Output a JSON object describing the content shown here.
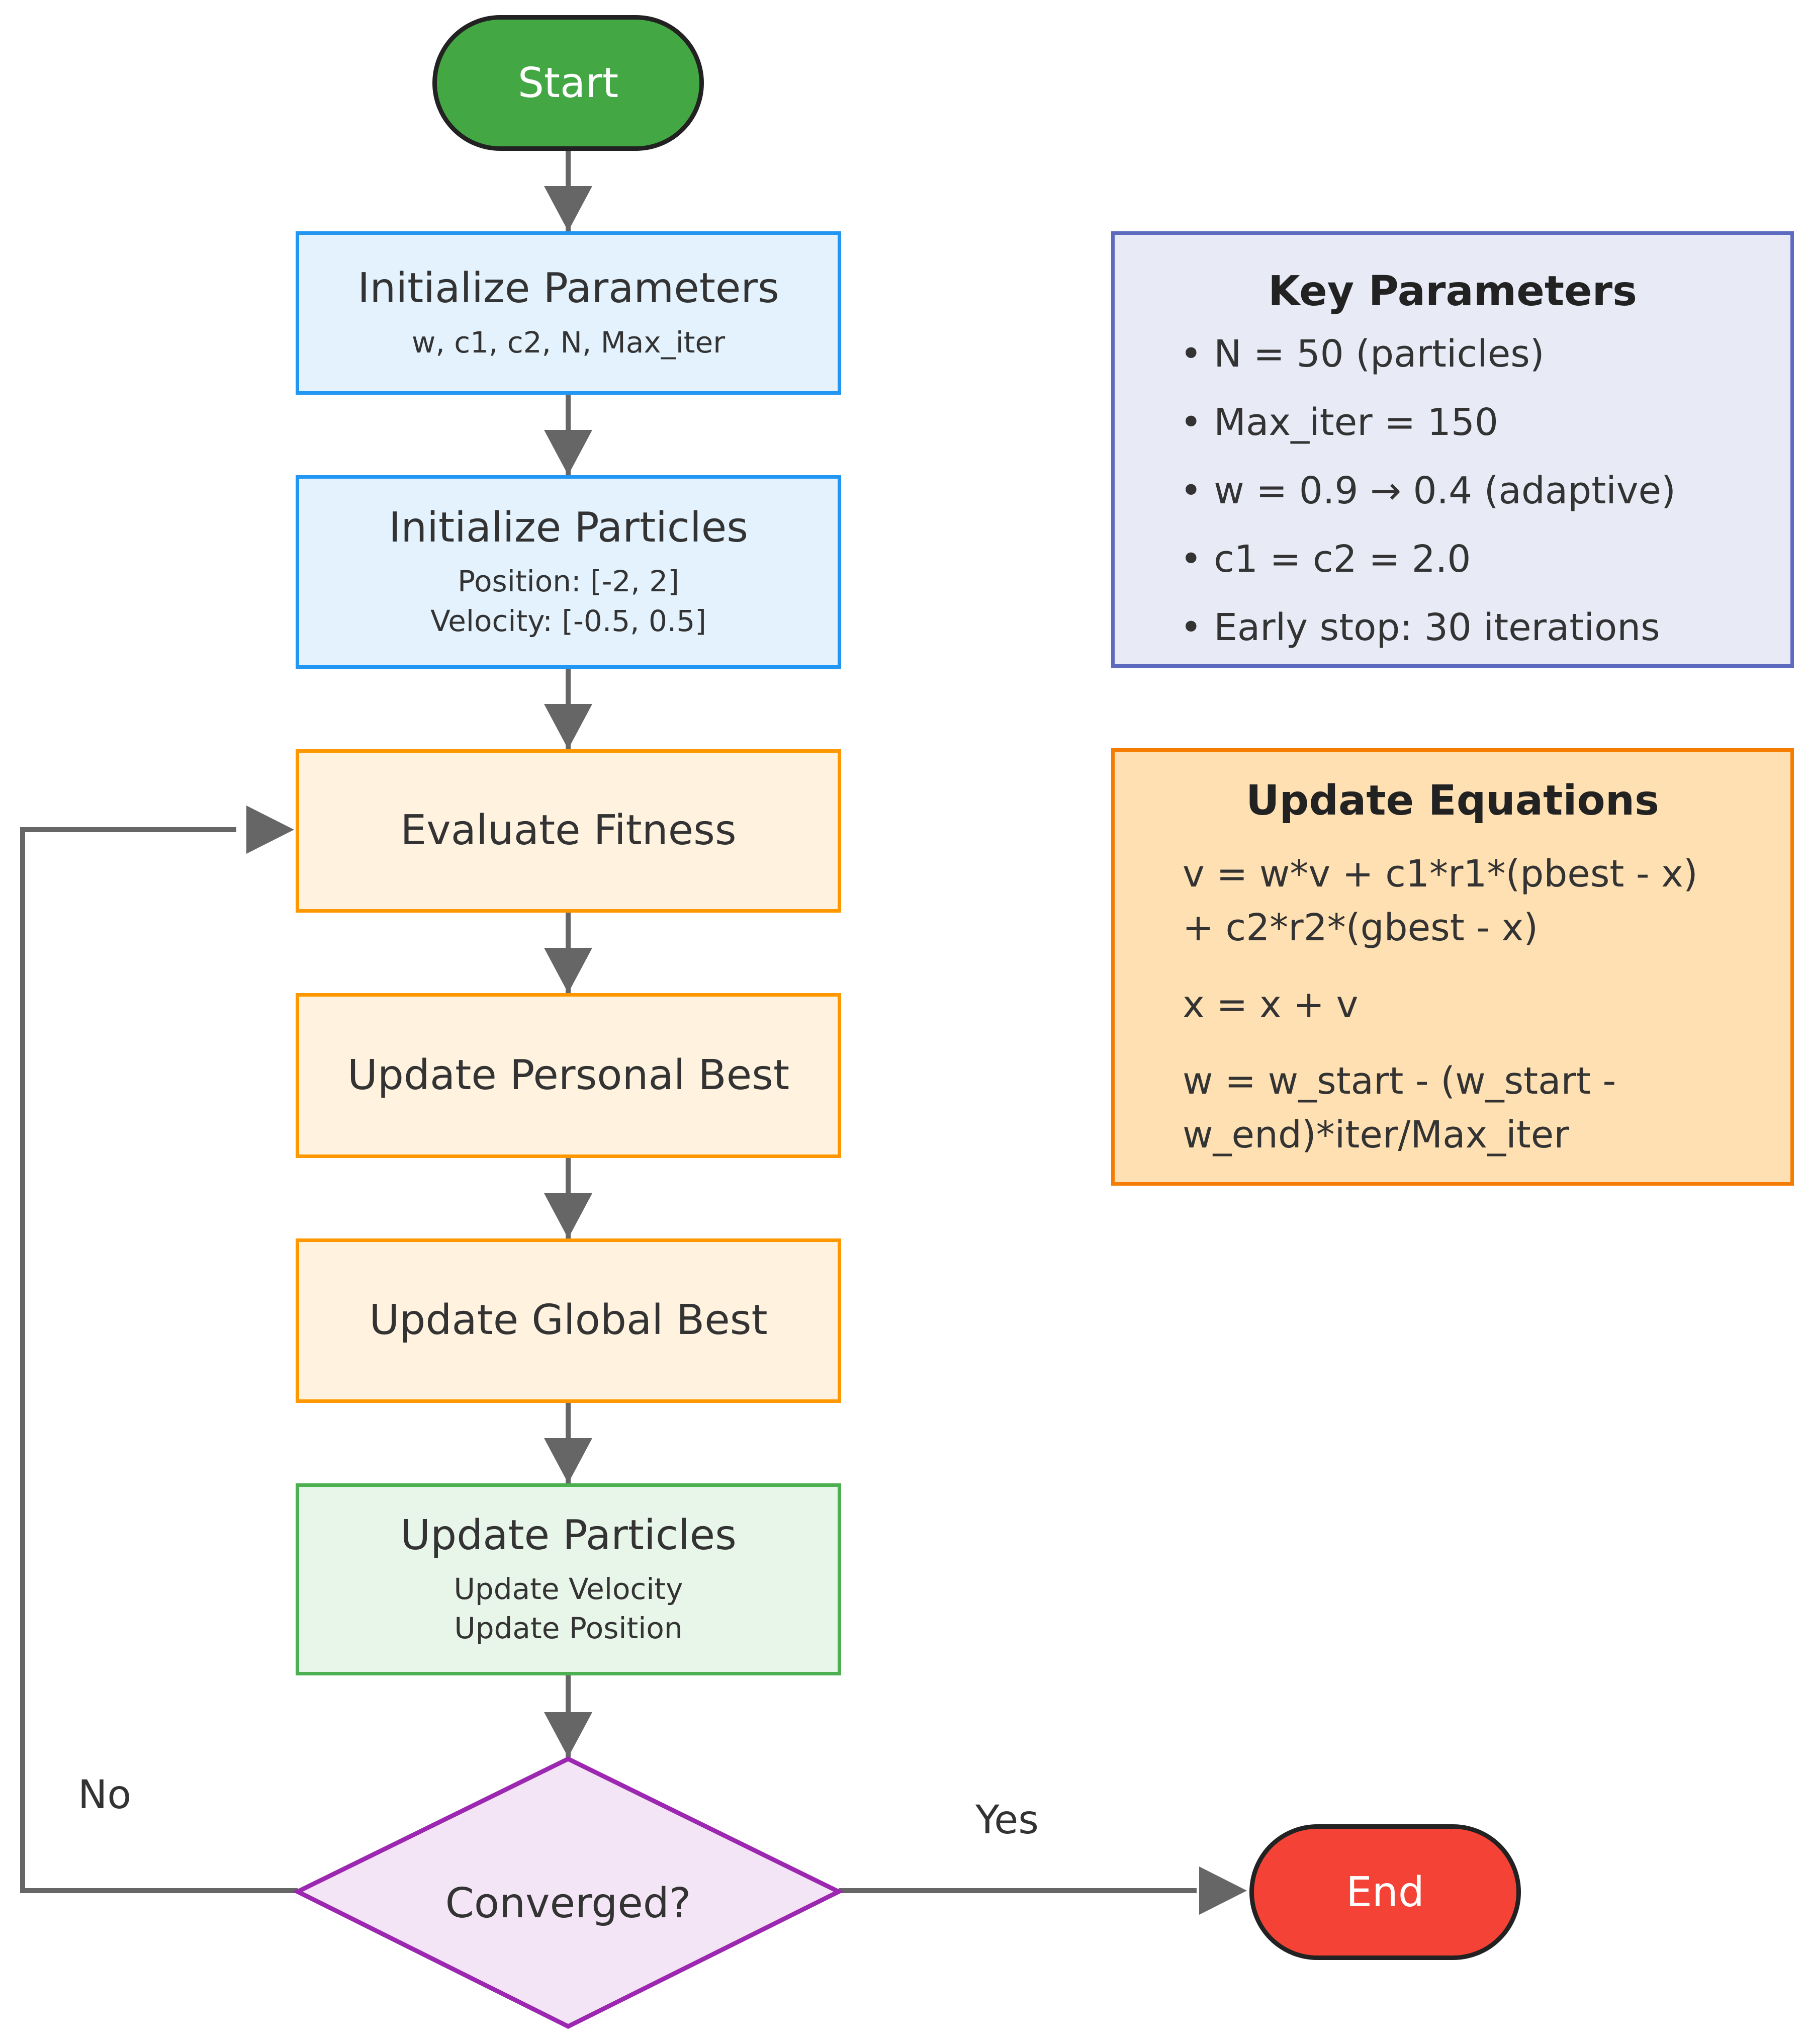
{
  "flowchart": {
    "start": "Start",
    "end": "End",
    "steps": [
      {
        "title": "Initialize Parameters",
        "sub": [
          "w, c1, c2, N, Max_iter"
        ]
      },
      {
        "title": "Initialize Particles",
        "sub": [
          "Position: [-2, 2]",
          "Velocity: [-0.5, 0.5]"
        ]
      },
      {
        "title": "Evaluate Fitness",
        "sub": []
      },
      {
        "title": "Update Personal Best",
        "sub": []
      },
      {
        "title": "Update Global Best",
        "sub": []
      },
      {
        "title": "Update Particles",
        "sub": [
          "Update Velocity",
          "Update Position"
        ]
      }
    ],
    "decision": "Converged?",
    "labels": {
      "no": "No",
      "yes": "Yes"
    }
  },
  "key_parameters": {
    "title": "Key Parameters",
    "items": [
      "• N = 50 (particles)",
      "• Max_iter = 150",
      "• w = 0.9 → 0.4 (adaptive)",
      "• c1 = c2 = 2.0",
      "• Early stop: 30 iterations"
    ]
  },
  "update_equations": {
    "title": "Update Equations",
    "lines": [
      "v = w*v + c1*r1*(pbest - x)",
      "+ c2*r2*(gbest - x)",
      "x = x + v",
      "w = w_start - (w_start -",
      "w_end)*iter/Max_iter"
    ]
  },
  "colors": {
    "start": "#43a843",
    "end": "#f44336",
    "arrow": "#666666",
    "decision_fill": "#f3e5f5",
    "decision_stroke": "#9c27b0",
    "key_panel_fill": "#e8eaf6",
    "key_panel_stroke": "#5c6bc0",
    "equations_fill": "#ffe0b2",
    "equations_stroke": "#f57c00"
  }
}
